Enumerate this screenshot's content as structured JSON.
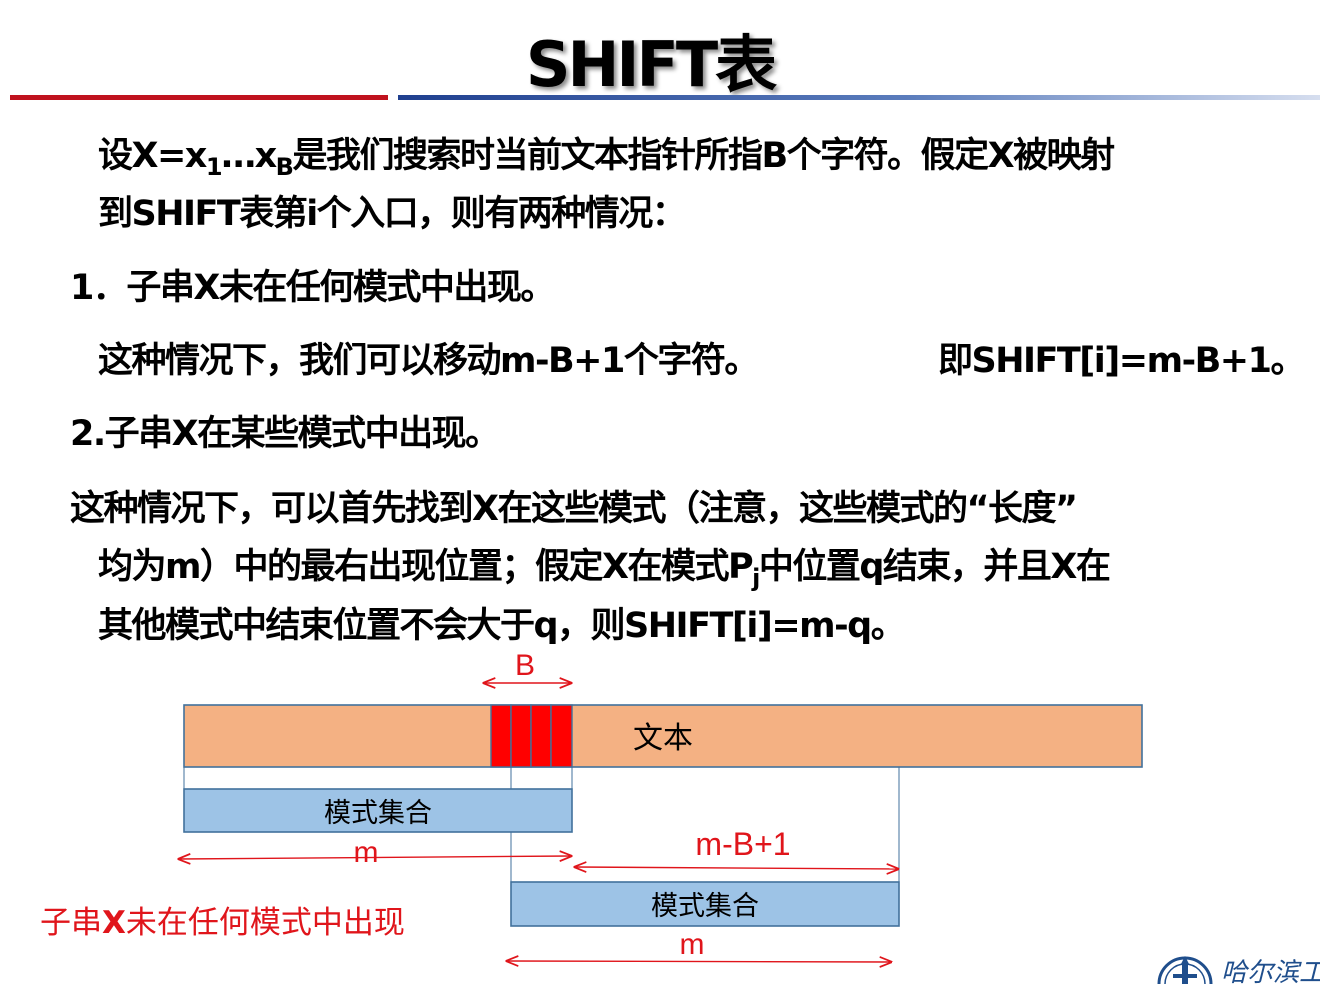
{
  "slide": {
    "title": "SHIFT表",
    "p1": {
      "a": "设X=x",
      "sub1": "1",
      "b": "…x",
      "subB": "B",
      "c": "是我们搜索时当前文本指针所指B个字符。假定X被映射",
      "line2": "到SHIFT表第i个入口，则有两种情况："
    },
    "case1": {
      "heading": "1．子串X未在任何模式中出现。",
      "text": "这种情况下，我们可以移动m-B+1个字符。",
      "formula": "即SHIFT[i]=m-B+1。"
    },
    "case2": {
      "heading": "2.子串X在某些模式中出现。",
      "line1": "这种情况下，可以首先找到X在这些模式（注意，这些模式的“长度”",
      "line2a": "均为m）中的最右出现位置；假定X在模式P",
      "line2sub": "j",
      "line2b": "中位置q结束，并且X在",
      "line3": "其他模式中结束位置不会大于q，则SHIFT[i]=m-q。"
    }
  },
  "diagram": {
    "b_label": "B",
    "text_label": "文本",
    "pattern1_label": "模式集合",
    "pattern2_label": "模式集合",
    "m_label_1": "m",
    "shift_label": "m-B+1",
    "m_label_2": "m",
    "caption_a": "子串",
    "caption_x": "X",
    "caption_b": "未在任何模式中出现",
    "colors": {
      "text_bar": "#f4b183",
      "pattern_box": "#9dc3e6",
      "window": "#ff0000",
      "arrow": "#e0151b",
      "border": "#41719c"
    }
  },
  "logo": {
    "icon": "university-emblem-icon",
    "name": "哈尔滨工"
  }
}
